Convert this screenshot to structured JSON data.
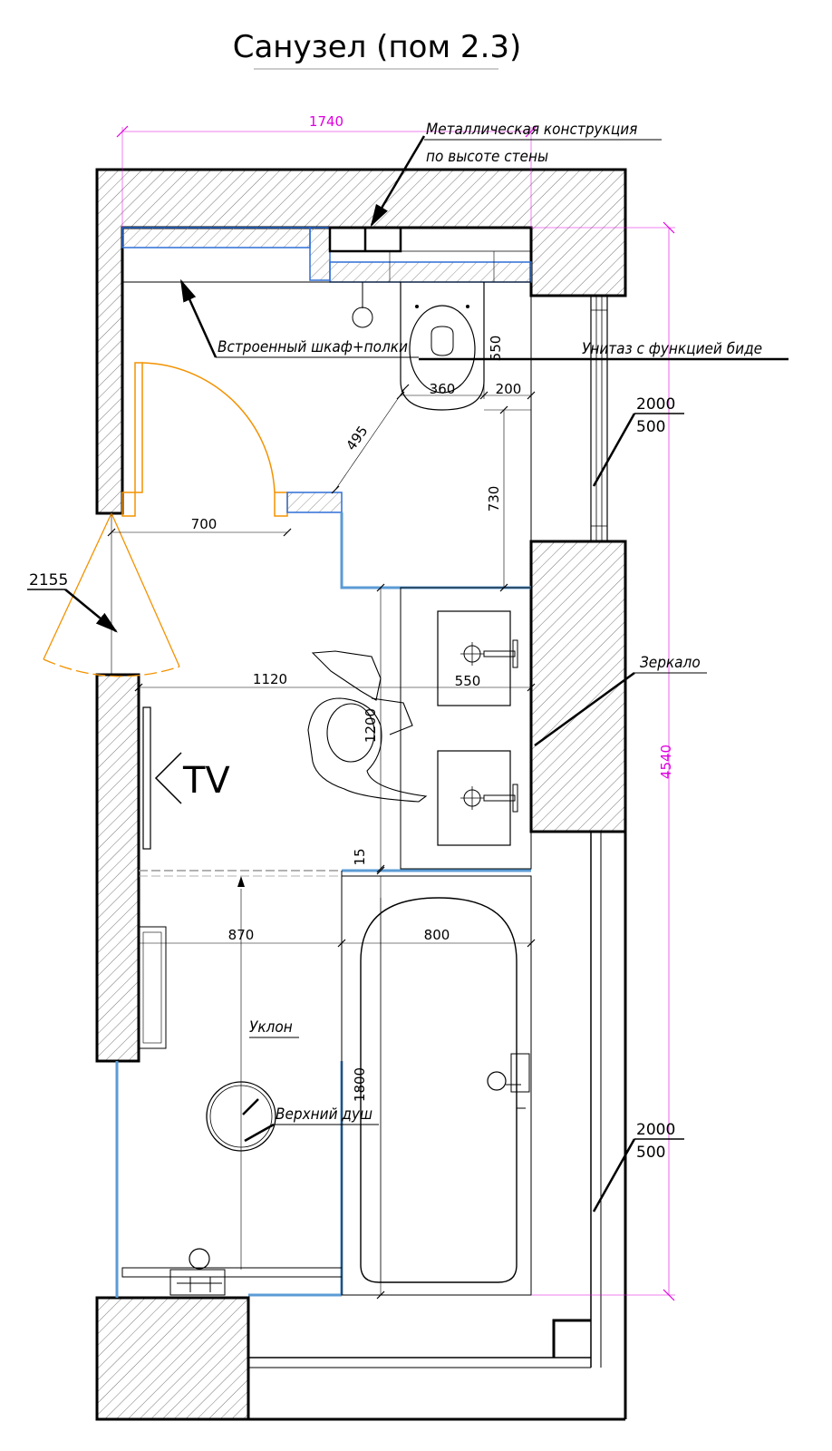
{
  "title": "Санузел (пом 2.3)",
  "labels": {
    "metal_1": "Металлическая конструкция",
    "metal_2": "по высоте стены",
    "cabinet": "Встроенный шкаф+полки",
    "toilet": "Унитаз с функцией биде",
    "mirror": "Зеркало",
    "tv": "TV",
    "slope": "Уклон",
    "shower": "Верхний душ"
  },
  "dims": {
    "overall_width": "1740",
    "overall_height": "4540",
    "d550_toilet": "550",
    "d360": "360",
    "d200": "200",
    "d495": "495",
    "d730": "730",
    "d700": "700",
    "d1120": "1120",
    "d550_sink": "550",
    "d1200": "1200",
    "d15": "15",
    "d870": "870",
    "d800": "800",
    "d1800": "1800"
  },
  "marks": {
    "window1_top": "2000",
    "window1_bottom": "500",
    "door_height": "2155",
    "window2_top": "2000",
    "window2_bottom": "500"
  },
  "colors": {
    "wall": "#000000",
    "partition": "#5b9bd5",
    "door": "#f39200",
    "dimension_magenta": "#e000e0"
  }
}
